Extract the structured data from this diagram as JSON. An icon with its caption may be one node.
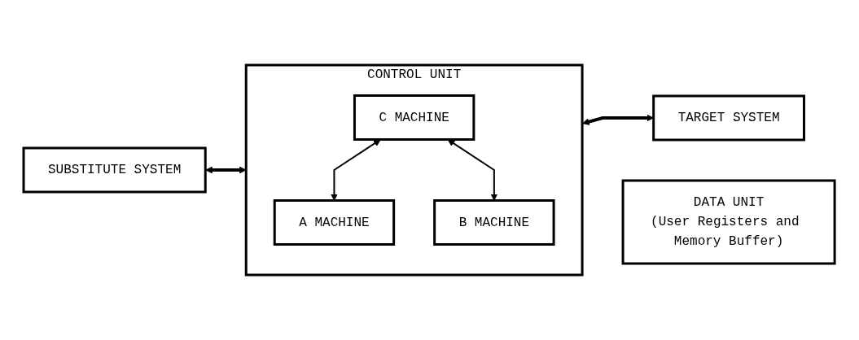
{
  "diagram": {
    "nodes": [
      {
        "text": [
          "SUBSTITUTE SYSTEM"
        ]
      },
      {
        "text": [
          "CONTROL UNIT"
        ]
      },
      {
        "text": [
          "C MACHINE"
        ],
        "in": 1
      },
      {
        "text": [
          "A MACHINE"
        ],
        "in": 1
      },
      {
        "text": [
          "B MACHINE"
        ],
        "in": 1
      },
      {
        "text": [
          "DATA UNIT",
          "(User Registers and Memory Buffer)"
        ]
      },
      {
        "text": [
          "TARGET SYSTEM"
        ]
      }
    ],
    "edges": [
      {
        "from": 0,
        "to": 1,
        "arrow": "both",
        "style": "thick"
      },
      {
        "from": 2,
        "to": 3,
        "arrow": "both"
      },
      {
        "from": 2,
        "to": 4,
        "arrow": "both"
      },
      {
        "from": 1,
        "to": 6,
        "arrow": "both",
        "style": "thick"
      }
    ]
  }
}
